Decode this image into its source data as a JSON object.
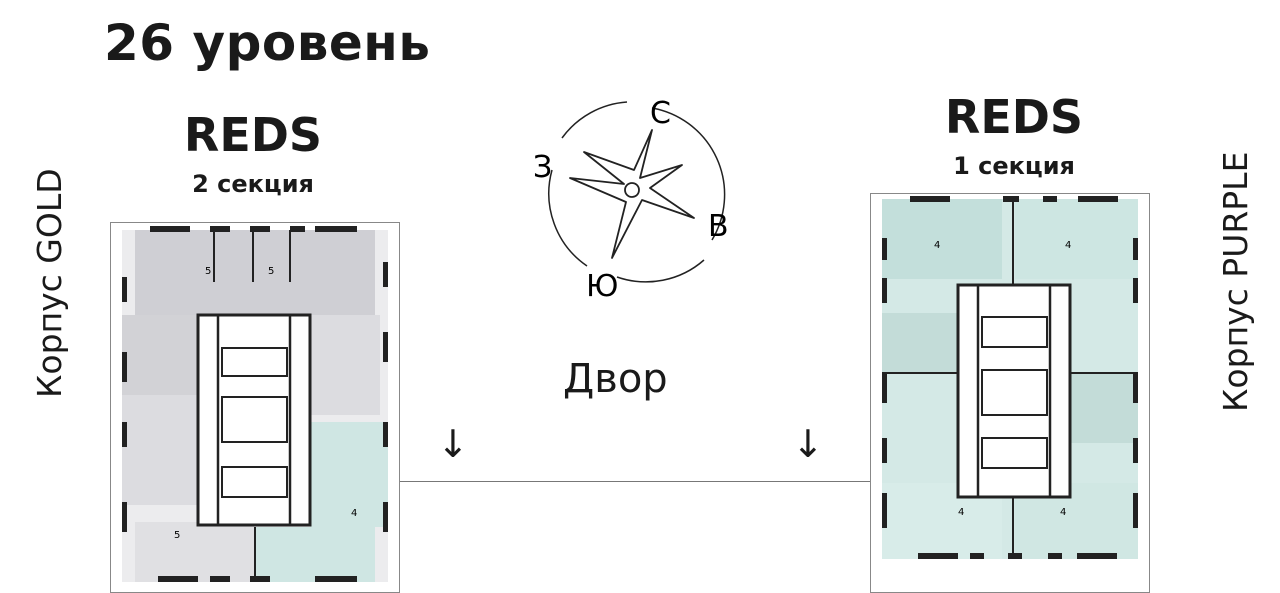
{
  "title": "26 уровень",
  "left_building": {
    "name": "REDS",
    "section": "2 секция",
    "korpus": "Корпус GOLD",
    "apartment_rooms": [
      "5",
      "5",
      "5",
      "4"
    ]
  },
  "right_building": {
    "name": "REDS",
    "section": "1 секция",
    "korpus": "Корпус PURPLE",
    "apartment_rooms": [
      "4",
      "4",
      "4",
      "4"
    ]
  },
  "compass": {
    "north": "С",
    "west": "З",
    "east": "В",
    "south": "Ю"
  },
  "courtyard": {
    "label": "Двор",
    "arrow": "↓"
  },
  "colors": {
    "grey_unit": "#d4d4d8",
    "teal_unit": "#cfe6e3",
    "wall": "#222222"
  }
}
